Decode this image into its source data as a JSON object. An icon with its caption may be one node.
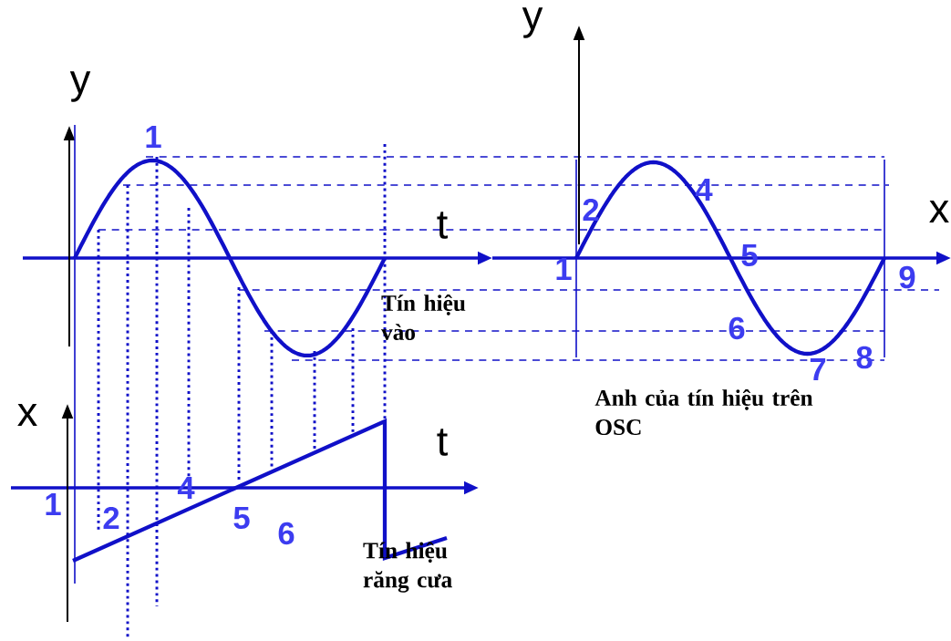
{
  "diagram": {
    "labels": [
      "y",
      "y",
      "1",
      "4",
      "x",
      "t",
      "2",
      "1",
      "5",
      "9",
      "Tín hiệu vào",
      "6",
      "7",
      "8",
      "Anh của tín hiệu trên OSC",
      "x",
      "t",
      "1",
      "2",
      "4",
      "5",
      "6",
      "Tín hiệu răng cưa"
    ]
  }
}
